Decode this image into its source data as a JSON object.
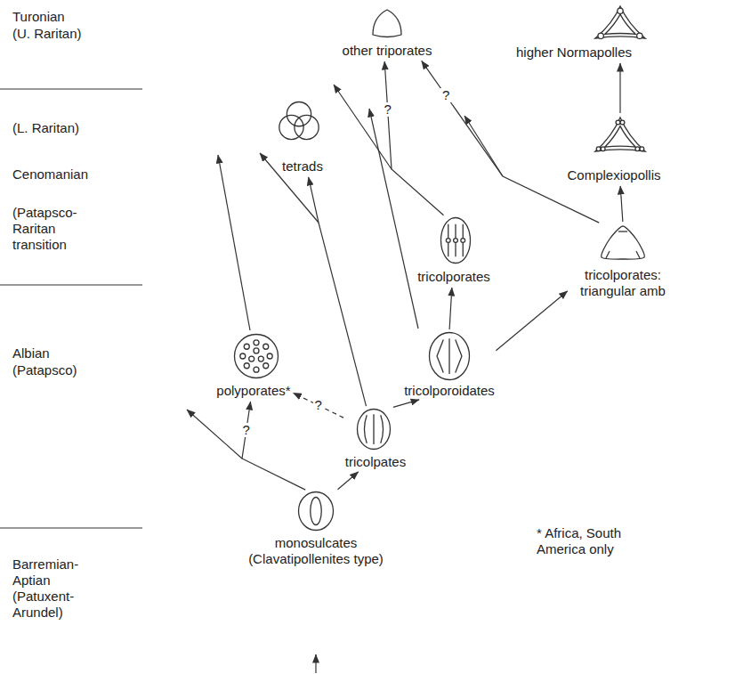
{
  "diagram": {
    "nodes": [
      {
        "text": [
          "other triporates"
        ]
      },
      {
        "text": [
          "higher Normapolles"
        ]
      },
      {
        "text": [
          "tetrads"
        ]
      },
      {
        "text": [
          "Complexiopollis"
        ]
      },
      {
        "text": [
          "tricolporates"
        ]
      },
      {
        "text": [
          "tricolporates: triangular amb"
        ]
      },
      {
        "text": [
          "polyporates*"
        ]
      },
      {
        "text": [
          "tricolporoidates"
        ]
      },
      {
        "text": [
          "tricolpates"
        ]
      },
      {
        "text": [
          "monosulcates (Clavatipollenites type)"
        ]
      }
    ],
    "edges": [
      {
        "from": 9,
        "to": 8,
        "arrow": "to"
      },
      {
        "from": 9,
        "to": 6,
        "label": "?",
        "arrow": "to"
      },
      {
        "from": 8,
        "to": 6,
        "label": "?",
        "arrow": "to"
      },
      {
        "from": 8,
        "to": 2,
        "arrow": "to"
      },
      {
        "from": 8,
        "to": 7,
        "arrow": "to"
      },
      {
        "from": 7,
        "to": 4,
        "arrow": "to"
      },
      {
        "from": 7,
        "to": 5,
        "arrow": "to"
      },
      {
        "from": 4,
        "to": 0,
        "label": "?",
        "arrow": "to"
      },
      {
        "from": 5,
        "to": 0,
        "label": "?",
        "arrow": "to"
      },
      {
        "from": 5,
        "to": 3,
        "arrow": "to"
      },
      {
        "from": 3,
        "to": 1,
        "arrow": "to"
      }
    ],
    "labels": [
      "Turonian",
      "(U. Raritan)",
      "(L. Raritan)",
      "Cenomanian",
      "(Patapsco- Raritan transition",
      "Albian",
      "(Patapsco)",
      "Barremian- Aptian (Patuxent- Arundel)",
      "* Africa, South America only"
    ]
  }
}
